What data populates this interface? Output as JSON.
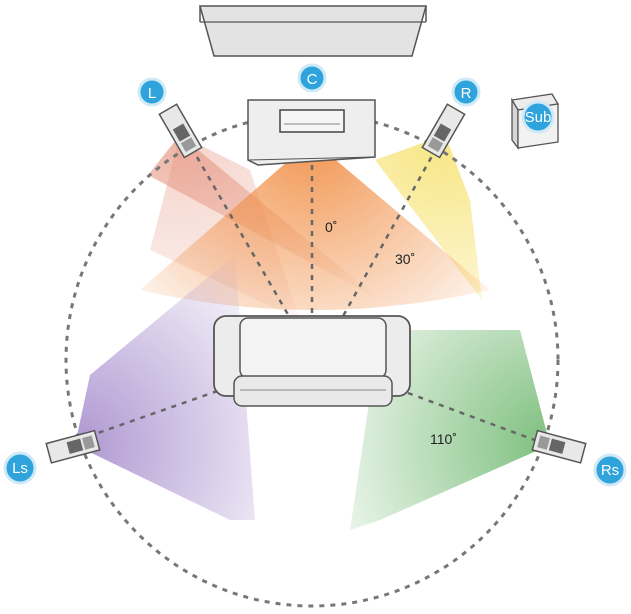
{
  "speakers": {
    "center": "C",
    "left": "L",
    "right": "R",
    "left_surround": "Ls",
    "right_surround": "Rs",
    "subwoofer": "Sub"
  },
  "angles": {
    "center": "0˚",
    "front": "30˚",
    "surround": "110˚"
  },
  "colors": {
    "badge": "#2ea3dc",
    "cone_left": "#e79a86",
    "cone_center": "#f08a3e",
    "cone_right": "#f6e16a",
    "cone_left_surround": "#a58bcc",
    "cone_right_surround": "#6fb86f",
    "dashed_line": "#777777"
  }
}
